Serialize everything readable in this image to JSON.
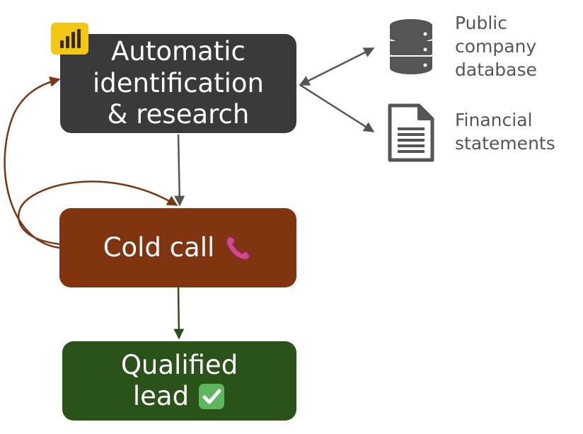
{
  "nodes": {
    "research": {
      "lines": [
        "Automatic",
        "identification",
        "& research"
      ],
      "color": "#3a3a3c"
    },
    "call": {
      "label": "Cold call",
      "color": "#803510"
    },
    "lead": {
      "lines": [
        "Qualified",
        "lead"
      ],
      "color": "#2a5319"
    }
  },
  "sources": {
    "database": {
      "lines": [
        "Public",
        "company",
        "database"
      ],
      "icon": "database-icon"
    },
    "financial": {
      "lines": [
        "Financial",
        "statements"
      ],
      "icon": "document-icon"
    }
  },
  "icons": {
    "research_badge": "power-bi-icon",
    "call_emoji": "telephone-receiver-icon",
    "lead_emoji": "check-mark-button-icon"
  },
  "colors": {
    "source_arrows": "#555555",
    "research_to_call_arrow": "#555555",
    "feedback_arrows": "#7a3511",
    "call_to_lead_arrow": "#2a5319",
    "powerbi_badge": "#f2c811",
    "check_badge": "#5cb85c",
    "phone": "#d24a8c"
  }
}
